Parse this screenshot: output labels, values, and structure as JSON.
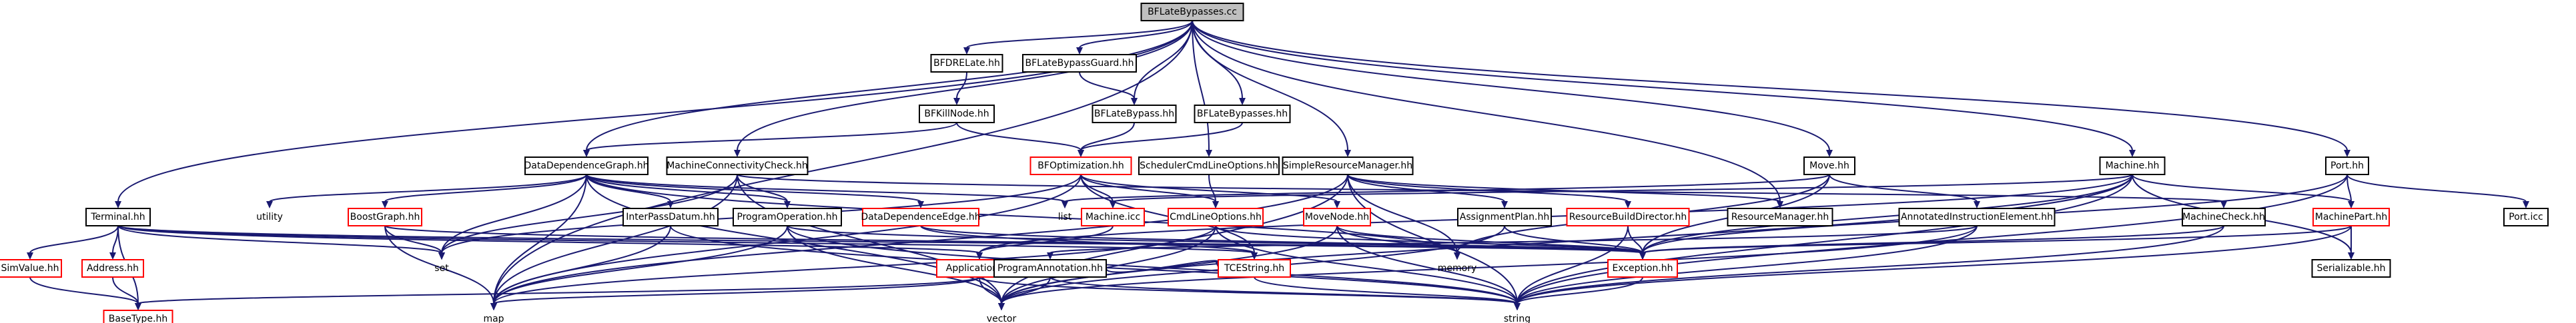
{
  "diagram": {
    "type": "include-dependency-graph",
    "colors": {
      "edge": "#191970",
      "root_fill": "#bfbfbf",
      "plain_border": "#000000",
      "link_border": "#ff0000",
      "background": "#ffffff"
    },
    "nodes": [
      {
        "id": "root",
        "label": "BFLateBypasses.cc",
        "style": "root"
      },
      {
        "id": "bfdrelate",
        "label": "BFDRELate.hh",
        "style": "plain"
      },
      {
        "id": "bflatebypassguard",
        "label": "BFLateBypassGuard.hh",
        "style": "plain"
      },
      {
        "id": "bfkillnode",
        "label": "BFKillNode.hh",
        "style": "plain"
      },
      {
        "id": "bflatebypass",
        "label": "BFLateBypass.hh",
        "style": "plain"
      },
      {
        "id": "bflatebypasses_hh",
        "label": "BFLateBypasses.hh",
        "style": "plain"
      },
      {
        "id": "ddg",
        "label": "DataDependenceGraph.hh",
        "style": "plain"
      },
      {
        "id": "mcc",
        "label": "MachineConnectivityCheck.hh",
        "style": "plain"
      },
      {
        "id": "bfopt",
        "label": "BFOptimization.hh",
        "style": "link"
      },
      {
        "id": "schedcmd",
        "label": "SchedulerCmdLineOptions.hh",
        "style": "plain"
      },
      {
        "id": "srm",
        "label": "SimpleResourceManager.hh",
        "style": "plain"
      },
      {
        "id": "move",
        "label": "Move.hh",
        "style": "plain"
      },
      {
        "id": "machine",
        "label": "Machine.hh",
        "style": "plain"
      },
      {
        "id": "port",
        "label": "Port.hh",
        "style": "plain"
      },
      {
        "id": "terminal",
        "label": "Terminal.hh",
        "style": "plain"
      },
      {
        "id": "utility",
        "label": "utility",
        "style": "none"
      },
      {
        "id": "boostgraph",
        "label": "BoostGraph.hh",
        "style": "link"
      },
      {
        "id": "interpass",
        "label": "InterPassDatum.hh",
        "style": "plain"
      },
      {
        "id": "progop",
        "label": "ProgramOperation.hh",
        "style": "plain"
      },
      {
        "id": "ddedge",
        "label": "DataDependenceEdge.hh",
        "style": "link"
      },
      {
        "id": "list",
        "label": "list",
        "style": "none"
      },
      {
        "id": "machine_icc",
        "label": "Machine.icc",
        "style": "link"
      },
      {
        "id": "cmdline",
        "label": "CmdLineOptions.hh",
        "style": "link"
      },
      {
        "id": "movenode",
        "label": "MoveNode.hh",
        "style": "link"
      },
      {
        "id": "assignplan",
        "label": "AssignmentPlan.hh",
        "style": "plain"
      },
      {
        "id": "rbd",
        "label": "ResourceBuildDirector.hh",
        "style": "link"
      },
      {
        "id": "resmgr",
        "label": "ResourceManager.hh",
        "style": "plain"
      },
      {
        "id": "annot",
        "label": "AnnotatedInstructionElement.hh",
        "style": "plain"
      },
      {
        "id": "machcheck",
        "label": "MachineCheck.hh",
        "style": "plain"
      },
      {
        "id": "machpart",
        "label": "MachinePart.hh",
        "style": "link"
      },
      {
        "id": "port_icc",
        "label": "Port.icc",
        "style": "plain"
      },
      {
        "id": "simvalue",
        "label": "SimValue.hh",
        "style": "link"
      },
      {
        "id": "address",
        "label": "Address.hh",
        "style": "link"
      },
      {
        "id": "set",
        "label": "set",
        "style": "none"
      },
      {
        "id": "memory",
        "label": "memory",
        "style": "none"
      },
      {
        "id": "exception",
        "label": "Exception.hh",
        "style": "link"
      },
      {
        "id": "serializable",
        "label": "Serializable.hh",
        "style": "plain"
      },
      {
        "id": "application",
        "label": "Application.hh",
        "style": "link"
      },
      {
        "id": "progannot",
        "label": "ProgramAnnotation.hh",
        "style": "plain"
      },
      {
        "id": "tcestring",
        "label": "TCEString.hh",
        "style": "link"
      },
      {
        "id": "basetype",
        "label": "BaseType.hh",
        "style": "link"
      },
      {
        "id": "map",
        "label": "map",
        "style": "none"
      },
      {
        "id": "vector",
        "label": "vector",
        "style": "none"
      },
      {
        "id": "string",
        "label": "string",
        "style": "none"
      }
    ],
    "edges": [
      [
        "root",
        "bfdrelate"
      ],
      [
        "root",
        "bflatebypassguard"
      ],
      [
        "root",
        "bflatebypass"
      ],
      [
        "root",
        "bflatebypasses_hh"
      ],
      [
        "root",
        "ddg"
      ],
      [
        "root",
        "mcc"
      ],
      [
        "root",
        "schedcmd"
      ],
      [
        "root",
        "srm"
      ],
      [
        "root",
        "move"
      ],
      [
        "root",
        "machine"
      ],
      [
        "root",
        "port"
      ],
      [
        "root",
        "terminal"
      ],
      [
        "root",
        "resmgr"
      ],
      [
        "root",
        "map"
      ],
      [
        "bfdrelate",
        "bfkillnode"
      ],
      [
        "bfkillnode",
        "ddg"
      ],
      [
        "bfkillnode",
        "bfopt"
      ],
      [
        "bflatebypassguard",
        "bflatebypass"
      ],
      [
        "bflatebypass",
        "bfopt"
      ],
      [
        "bflatebypasses_hh",
        "bfopt"
      ],
      [
        "bfopt",
        "cmdline"
      ],
      [
        "bfopt",
        "movenode"
      ],
      [
        "bfopt",
        "machine_icc"
      ],
      [
        "bfopt",
        "tcestring"
      ],
      [
        "bfopt",
        "set"
      ],
      [
        "bfopt",
        "map"
      ],
      [
        "ddg",
        "boostgraph"
      ],
      [
        "ddg",
        "ddedge"
      ],
      [
        "ddg",
        "progop"
      ],
      [
        "ddg",
        "interpass"
      ],
      [
        "ddg",
        "list"
      ],
      [
        "ddg",
        "utility"
      ],
      [
        "ddg",
        "map"
      ],
      [
        "ddg",
        "set"
      ],
      [
        "ddg",
        "vector"
      ],
      [
        "ddg",
        "memory"
      ],
      [
        "mcc",
        "map"
      ],
      [
        "mcc",
        "set"
      ],
      [
        "mcc",
        "vector"
      ],
      [
        "mcc",
        "machcheck"
      ],
      [
        "mcc",
        "progop"
      ],
      [
        "schedcmd",
        "cmdline"
      ],
      [
        "srm",
        "resmgr"
      ],
      [
        "srm",
        "assignplan"
      ],
      [
        "srm",
        "rbd"
      ],
      [
        "srm",
        "memory"
      ],
      [
        "srm",
        "string"
      ],
      [
        "srm",
        "map"
      ],
      [
        "srm",
        "vector"
      ],
      [
        "move",
        "annot"
      ],
      [
        "move",
        "exception"
      ],
      [
        "move",
        "memory"
      ],
      [
        "move",
        "list"
      ],
      [
        "machine",
        "machpart"
      ],
      [
        "machine",
        "serializable"
      ],
      [
        "machine",
        "exception"
      ],
      [
        "machine",
        "machine_icc"
      ],
      [
        "machine",
        "string"
      ],
      [
        "machine",
        "vector"
      ],
      [
        "machine",
        "application"
      ],
      [
        "port",
        "machpart"
      ],
      [
        "port",
        "port_icc"
      ],
      [
        "port",
        "string"
      ],
      [
        "port",
        "exception"
      ],
      [
        "terminal",
        "simvalue"
      ],
      [
        "terminal",
        "address"
      ],
      [
        "terminal",
        "basetype"
      ],
      [
        "terminal",
        "exception"
      ],
      [
        "terminal",
        "application"
      ],
      [
        "terminal",
        "tcestring"
      ],
      [
        "terminal",
        "set"
      ],
      [
        "simvalue",
        "basetype"
      ],
      [
        "address",
        "basetype"
      ],
      [
        "boostgraph",
        "map"
      ],
      [
        "boostgraph",
        "set"
      ],
      [
        "boostgraph",
        "exception"
      ],
      [
        "interpass",
        "map"
      ],
      [
        "interpass",
        "string"
      ],
      [
        "progop",
        "map"
      ],
      [
        "progop",
        "vector"
      ],
      [
        "progop",
        "exception"
      ],
      [
        "progop",
        "string"
      ],
      [
        "ddedge",
        "exception"
      ],
      [
        "ddedge",
        "tcestring"
      ],
      [
        "machine_icc",
        "application"
      ],
      [
        "cmdline",
        "exception"
      ],
      [
        "cmdline",
        "vector"
      ],
      [
        "cmdline",
        "map"
      ],
      [
        "cmdline",
        "string"
      ],
      [
        "movenode",
        "exception"
      ],
      [
        "movenode",
        "memory"
      ],
      [
        "movenode",
        "string"
      ],
      [
        "movenode",
        "vector"
      ],
      [
        "assignplan",
        "vector"
      ],
      [
        "assignplan",
        "exception"
      ],
      [
        "rbd",
        "exception"
      ],
      [
        "rbd",
        "string"
      ],
      [
        "annot",
        "progannot"
      ],
      [
        "annot",
        "vector"
      ],
      [
        "annot",
        "string"
      ],
      [
        "machcheck",
        "exception"
      ],
      [
        "machcheck",
        "string"
      ],
      [
        "machpart",
        "exception"
      ],
      [
        "machpart",
        "serializable"
      ],
      [
        "machpart",
        "string"
      ],
      [
        "exception",
        "string"
      ],
      [
        "application",
        "basetype"
      ],
      [
        "application",
        "vector"
      ],
      [
        "application",
        "string"
      ],
      [
        "application",
        "map"
      ],
      [
        "progannot",
        "vector"
      ],
      [
        "progannot",
        "string"
      ],
      [
        "progannot",
        "tcestring"
      ],
      [
        "tcestring",
        "string"
      ]
    ]
  }
}
